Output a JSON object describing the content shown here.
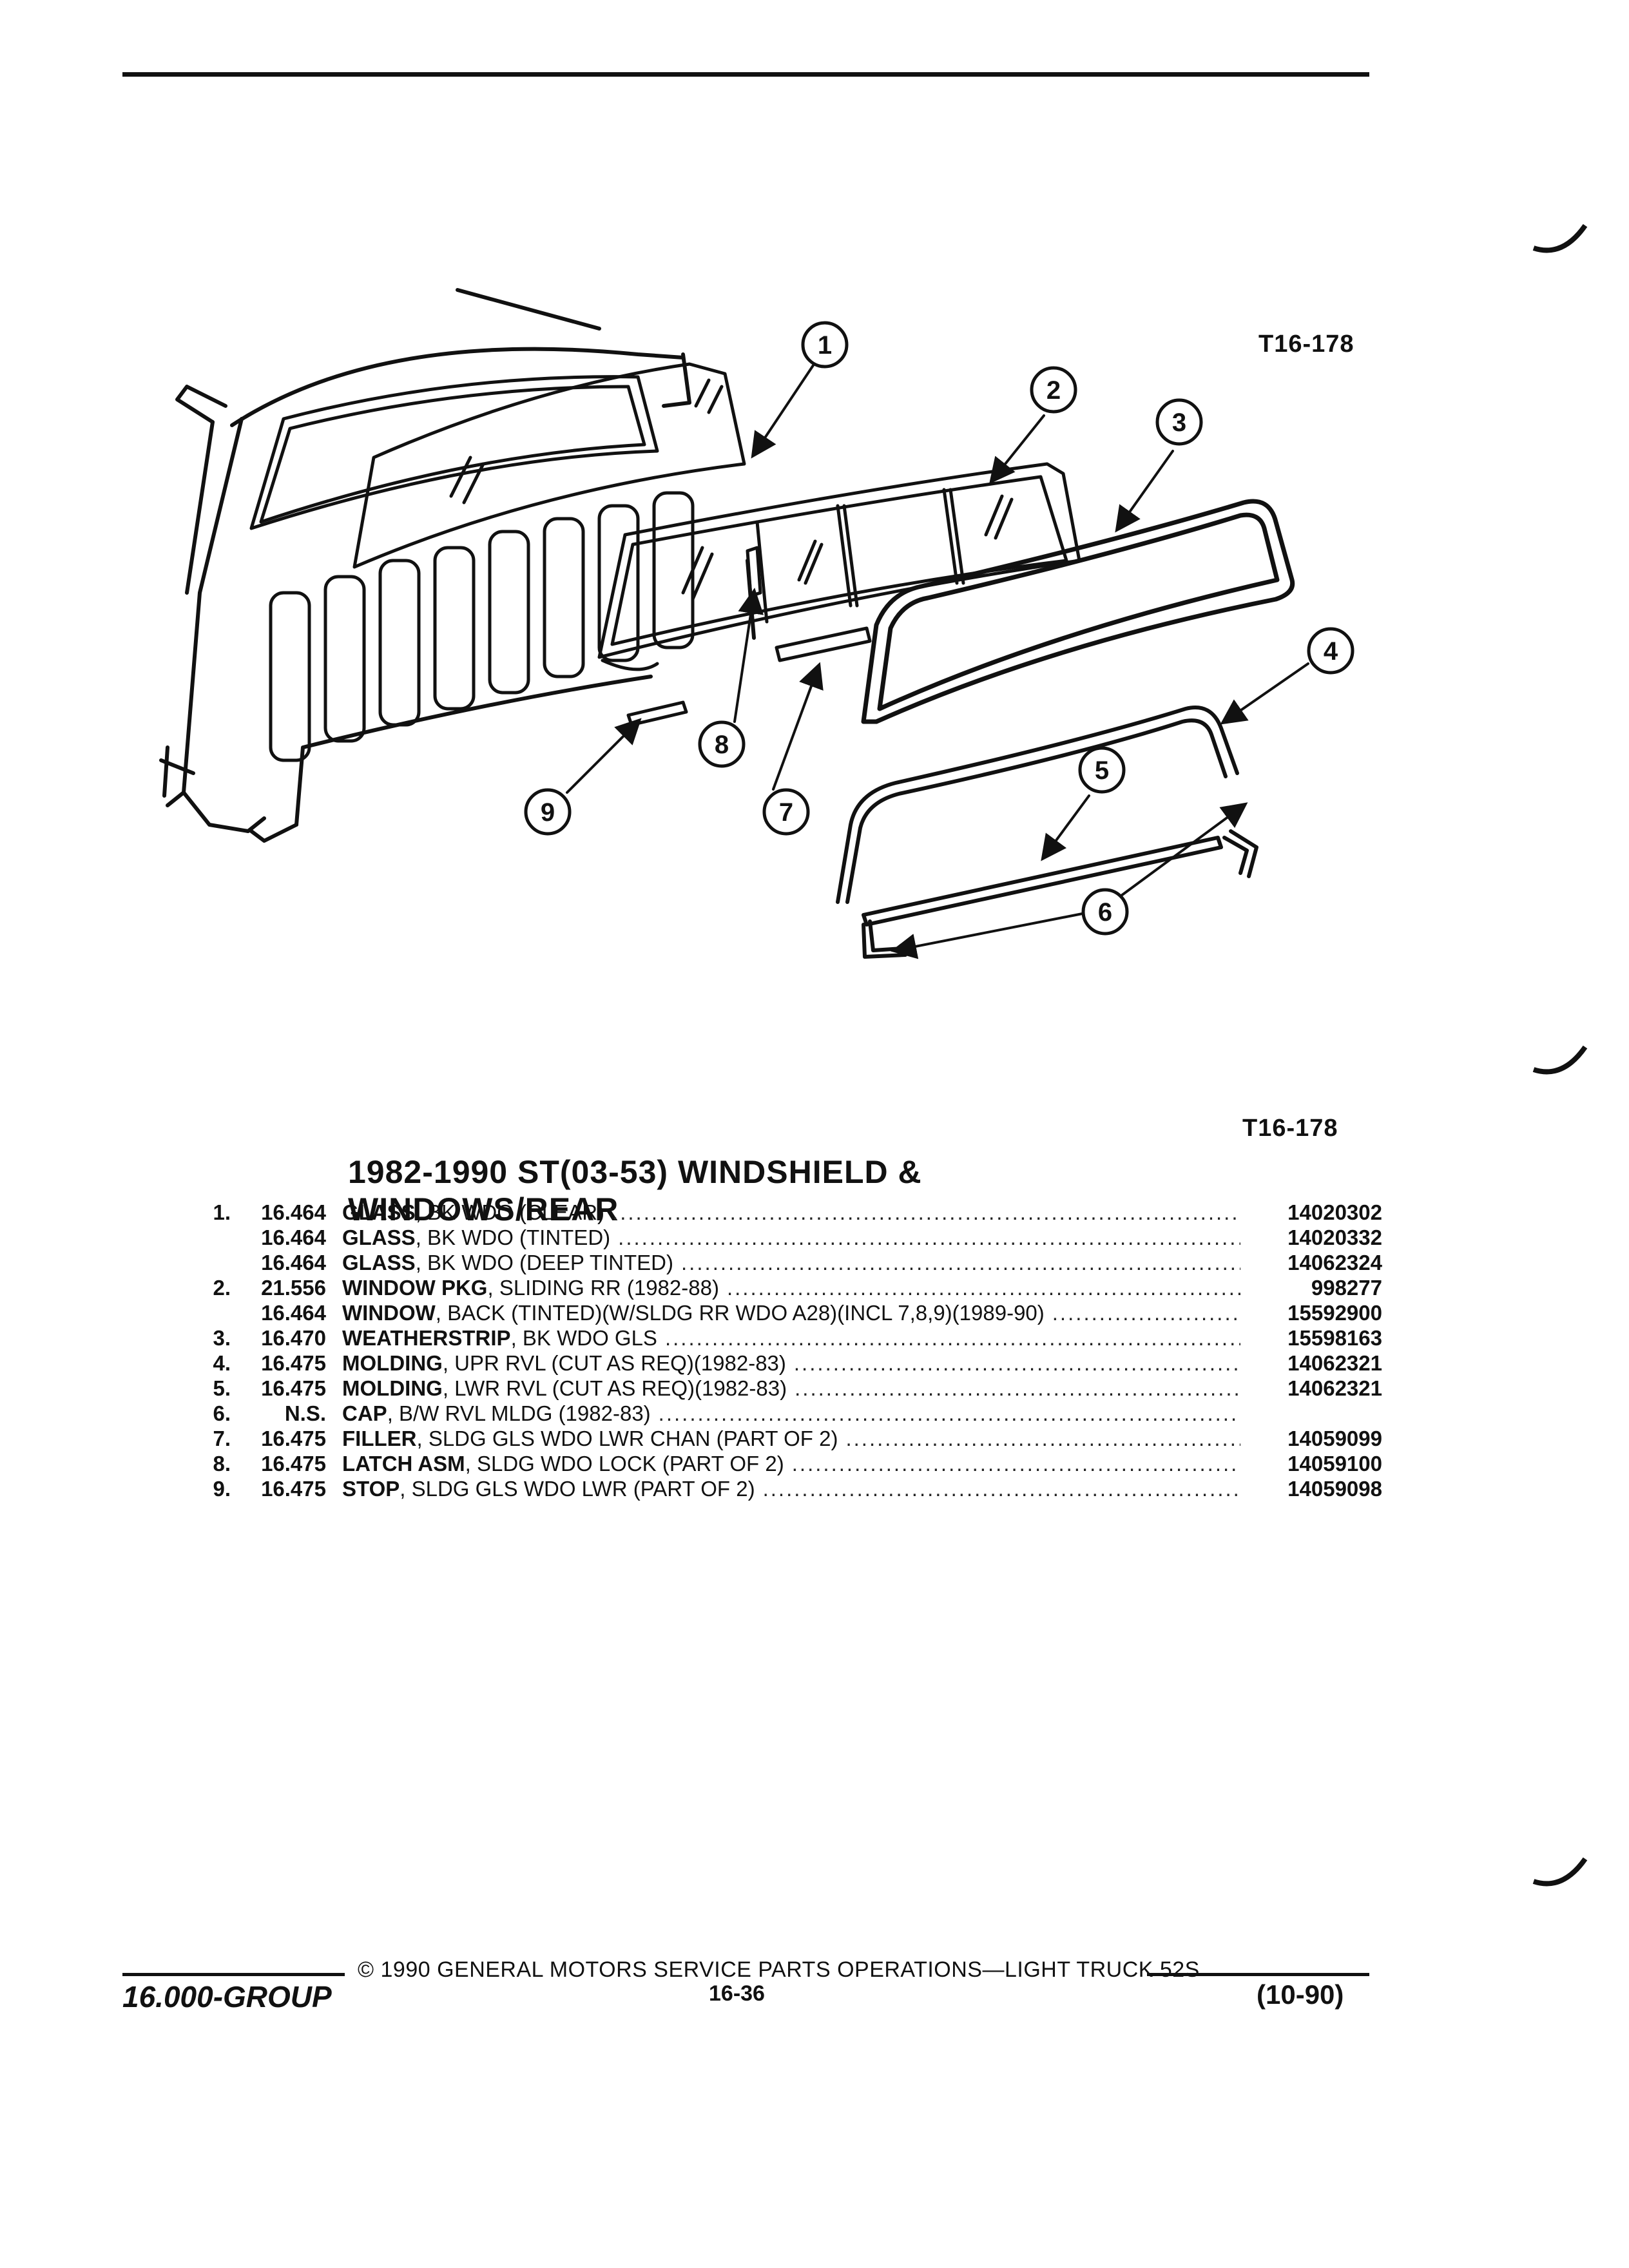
{
  "figure": {
    "code_top": "T16-178",
    "code_bottom": "T16-178",
    "callouts": [
      "1",
      "2",
      "3",
      "4",
      "5",
      "6",
      "6",
      "7",
      "8",
      "9"
    ]
  },
  "section_title": "1982-1990 ST(03-53) WINDSHIELD & WINDOWS/REAR",
  "parts": [
    {
      "no": "1.",
      "group": "16.464",
      "name": "GLASS",
      "desc": ", BK WDO (CLEAR)",
      "part": "14020302"
    },
    {
      "no": "",
      "group": "16.464",
      "name": "GLASS",
      "desc": ", BK WDO (TINTED)",
      "part": "14020332"
    },
    {
      "no": "",
      "group": "16.464",
      "name": "GLASS",
      "desc": ", BK WDO (DEEP TINTED)",
      "part": "14062324"
    },
    {
      "no": "2.",
      "group": "21.556",
      "name": "WINDOW PKG",
      "desc": ", SLIDING RR (1982-88)",
      "part": "998277"
    },
    {
      "no": "",
      "group": "16.464",
      "name": "WINDOW",
      "desc": ", BACK (TINTED)(W/SLDG RR WDO A28)(INCL 7,8,9)(1989-90)",
      "part": "15592900"
    },
    {
      "no": "3.",
      "group": "16.470",
      "name": "WEATHERSTRIP",
      "desc": ", BK WDO GLS",
      "part": "15598163"
    },
    {
      "no": "4.",
      "group": "16.475",
      "name": "MOLDING",
      "desc": ", UPR RVL (CUT AS REQ)(1982-83)",
      "part": "14062321"
    },
    {
      "no": "5.",
      "group": "16.475",
      "name": "MOLDING",
      "desc": ", LWR RVL (CUT AS REQ)(1982-83)",
      "part": "14062321"
    },
    {
      "no": "6.",
      "group": "N.S.",
      "name": "CAP",
      "desc": ", B/W RVL MLDG (1982-83)",
      "part": ""
    },
    {
      "no": "7.",
      "group": "16.475",
      "name": "FILLER",
      "desc": ", SLDG GLS WDO LWR CHAN (PART OF 2)",
      "part": "14059099"
    },
    {
      "no": "8.",
      "group": "16.475",
      "name": "LATCH ASM",
      "desc": ", SLDG WDO LOCK (PART OF 2)",
      "part": "14059100"
    },
    {
      "no": "9.",
      "group": "16.475",
      "name": "STOP",
      "desc": ", SLDG GLS WDO LWR (PART OF 2)",
      "part": "14059098"
    }
  ],
  "footer": {
    "copyright": "© 1990 GENERAL MOTORS SERVICE PARTS OPERATIONS—LIGHT TRUCK 52S",
    "group": "16.000-GROUP",
    "page": "16-36",
    "revision": "(10-90)"
  }
}
